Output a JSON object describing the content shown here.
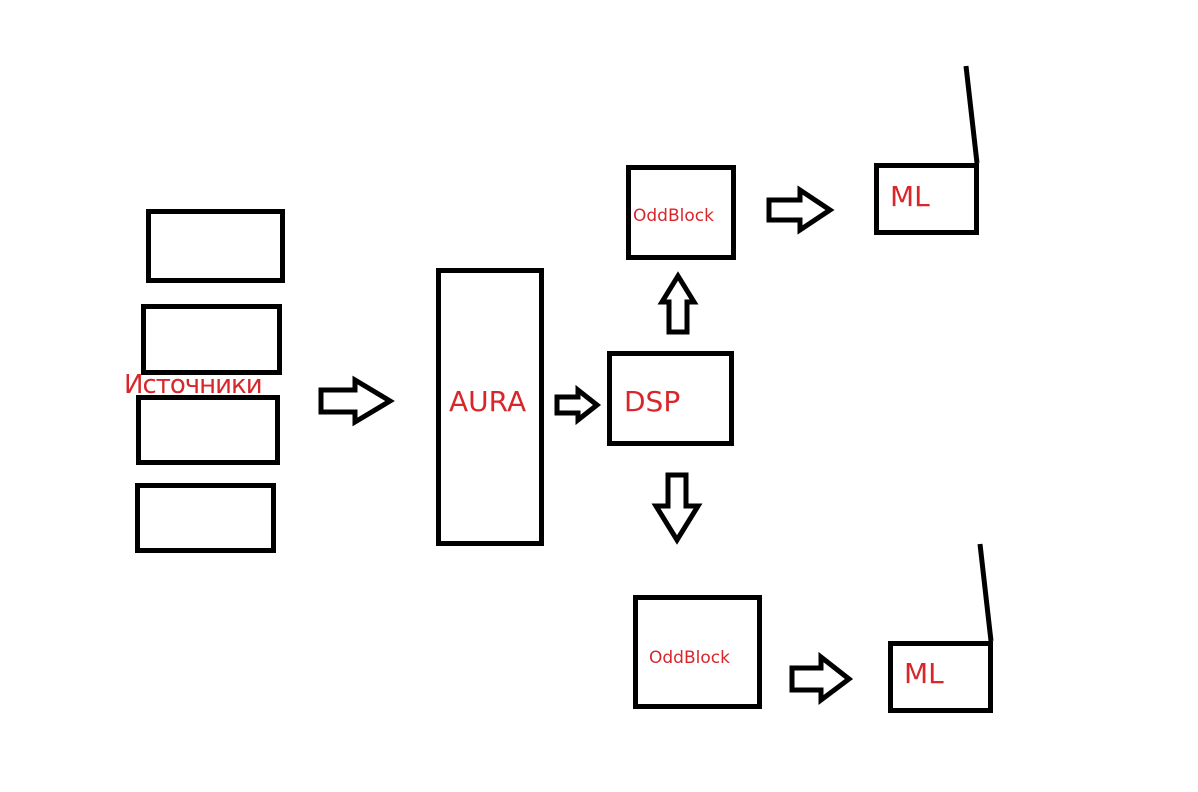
{
  "diagram": {
    "sources_label": "Источники",
    "aura_label": "AURA",
    "dsp_label": "DSP",
    "oddblock_top_label": "OddBlock",
    "oddblock_bottom_label": "OddBlock",
    "ml_top_label": "ML",
    "ml_bottom_label": "ML",
    "label_color": "#d9262b",
    "stroke_color": "#000000"
  }
}
